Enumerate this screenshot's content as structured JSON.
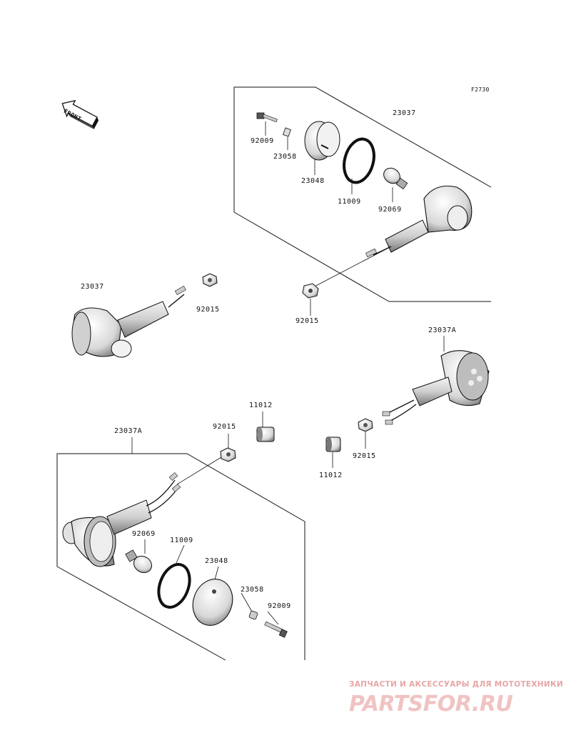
{
  "diagram_code": "F2730",
  "front_label": "FRONT",
  "part_labels": {
    "p23037_top": "23037",
    "p92009_top": "92009",
    "p23058_top": "23058",
    "p23048_top": "23048",
    "p11009_top": "11009",
    "p92069_top": "92069",
    "p23037_left": "23037",
    "p92015_left": "92015",
    "p92015_mid": "92015",
    "p23037A_right": "23037A",
    "p11012_mid": "11012",
    "p92015_center": "92015",
    "p23037A_left": "23037A",
    "p11012_right": "11012",
    "p92015_right": "92015",
    "p92069_bottom": "92069",
    "p11009_bottom": "11009",
    "p23048_bottom": "23048",
    "p23058_bottom": "23058",
    "p92009_bottom": "92009"
  },
  "watermark": {
    "tagline": "ЗАПЧАСТИ И АКСЕССУАРЫ ДЛЯ МОТОТЕХНИКИ",
    "logo": "PARTSFOR.RU"
  },
  "colors": {
    "line": "#111111",
    "shade": "#9a9a9a",
    "watermark": "#e7a5a5"
  }
}
